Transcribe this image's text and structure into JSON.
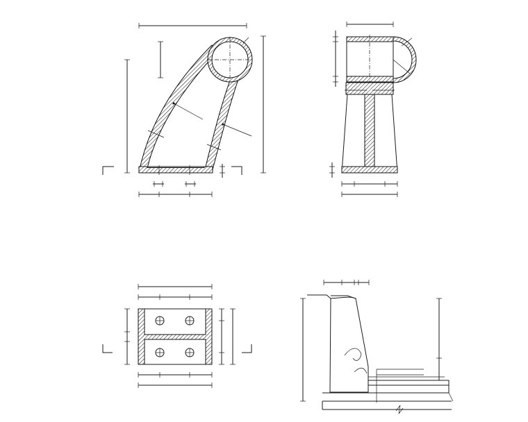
{
  "drawing": {
    "background": "#ffffff",
    "line_color": "#1a1a1a",
    "views": [
      {
        "id": "front-elevation"
      },
      {
        "id": "side-elevation"
      },
      {
        "id": "base-plate-plan"
      },
      {
        "id": "installation-section"
      }
    ]
  }
}
